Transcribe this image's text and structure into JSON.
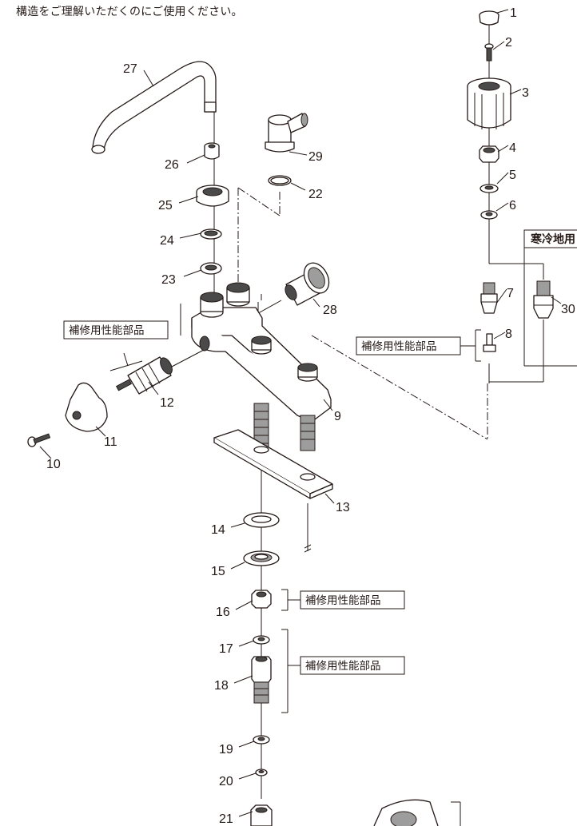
{
  "header": {
    "text": "構造をご理解いただくのにご使用ください。"
  },
  "parts": {
    "p1": "1",
    "p2": "2",
    "p3": "3",
    "p4": "4",
    "p5": "5",
    "p6": "6",
    "p7": "7",
    "p8": "8",
    "p9": "9",
    "p10": "10",
    "p11": "11",
    "p12": "12",
    "p13": "13",
    "p14": "14",
    "p15": "15",
    "p16": "16",
    "p17": "17",
    "p18": "18",
    "p19": "19",
    "p20": "20",
    "p21": "21",
    "p22": "22",
    "p23": "23",
    "p24": "24",
    "p25": "25",
    "p26": "26",
    "p27": "27",
    "p28": "28",
    "p29": "29",
    "p30": "30"
  },
  "labels": {
    "repair_part": "補修用性能部品",
    "cold_region": "寒冷地用"
  }
}
